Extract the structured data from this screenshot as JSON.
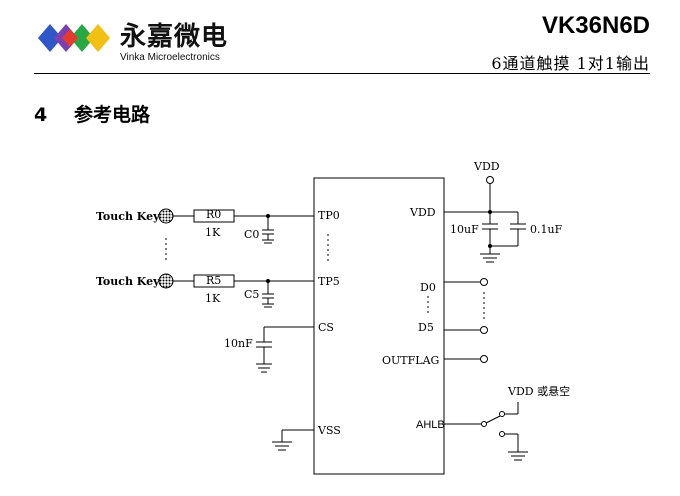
{
  "header": {
    "brand_cn": "永嘉微电",
    "brand_en": "Vinka Microelectronics",
    "title": "VK36N6D",
    "subtitle": "6通道触摸 1对1输出",
    "colors": {
      "blue": "#2f57c8",
      "purple": "#7a3fb0",
      "green": "#28a745",
      "yellow": "#f2c012",
      "red": "#e63a2e"
    }
  },
  "section": {
    "number": "4",
    "title": "参考电路"
  },
  "circuit": {
    "touch_key_top": "Touch Key",
    "touch_key_bottom": "Touch Key",
    "r0": "R0",
    "r5": "R5",
    "r0_value": "1K",
    "r5_value": "1K",
    "c0": "C0",
    "c5": "C5",
    "cs_cap": "10nF",
    "pin_tp0": "TP0",
    "pin_tp5": "TP5",
    "pin_cs": "CS",
    "pin_vss": "VSS",
    "pin_vdd": "VDD",
    "pin_d0": "D0",
    "pin_d5": "D5",
    "pin_outflag": "OUTFLAG",
    "pin_ahlb": "AHLB",
    "vdd_top": "VDD",
    "cap_10uf": "10uF",
    "cap_01uf": "0.1uF",
    "ahlb_option": "VDD 或悬空"
  }
}
